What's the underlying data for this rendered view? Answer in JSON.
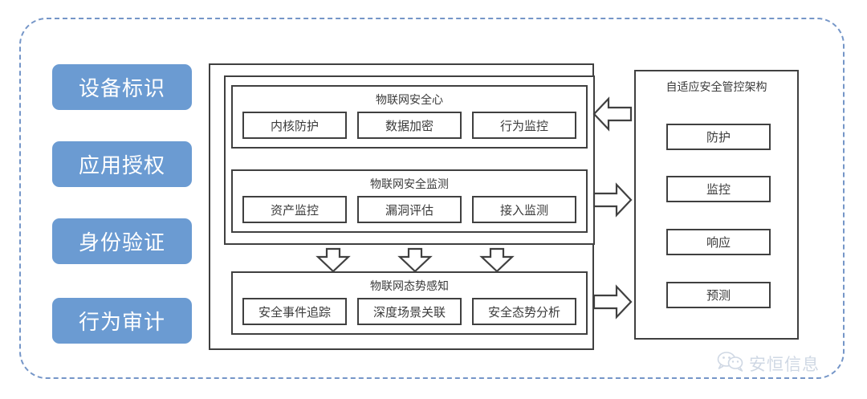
{
  "diagram": {
    "title_hidden": "物联网安全架构示意图",
    "left_pills": [
      {
        "label": "设备标识"
      },
      {
        "label": "应用授权"
      },
      {
        "label": "身份验证"
      },
      {
        "label": "行为审计"
      }
    ],
    "panels": [
      {
        "id": "core",
        "title": "物联网安全心",
        "cells": [
          "内核防护",
          "数据加密",
          "行为监控"
        ]
      },
      {
        "id": "monitor",
        "title": "物联网安全监测",
        "cells": [
          "资产监控",
          "漏洞评估",
          "接入监测"
        ]
      },
      {
        "id": "aware",
        "title": "物联网态势感知",
        "cells": [
          "安全事件追踪",
          "深度场景关联",
          "安全态势分析"
        ]
      }
    ],
    "right_panel": {
      "title": "自适应安全管控架构",
      "items": [
        "防护",
        "监控",
        "响应",
        "预测"
      ]
    },
    "arrows": [
      {
        "name": "arrow-core-left",
        "direction": "left"
      },
      {
        "name": "arrow-monitor-right",
        "direction": "right"
      },
      {
        "name": "arrow-aware-right",
        "direction": "right"
      },
      {
        "name": "arrow-down-1",
        "direction": "down"
      },
      {
        "name": "arrow-down-2",
        "direction": "down"
      },
      {
        "name": "arrow-down-3",
        "direction": "down"
      }
    ],
    "watermark": {
      "text": "安恒信息",
      "icon": "wechat-icon"
    },
    "colors": {
      "pill_blue": "#6b9bd2",
      "frame_blue": "#7596c8",
      "line_gray": "#404040",
      "text_dark": "#3b3b3b",
      "watermark_gray": "#97a9c4"
    }
  }
}
